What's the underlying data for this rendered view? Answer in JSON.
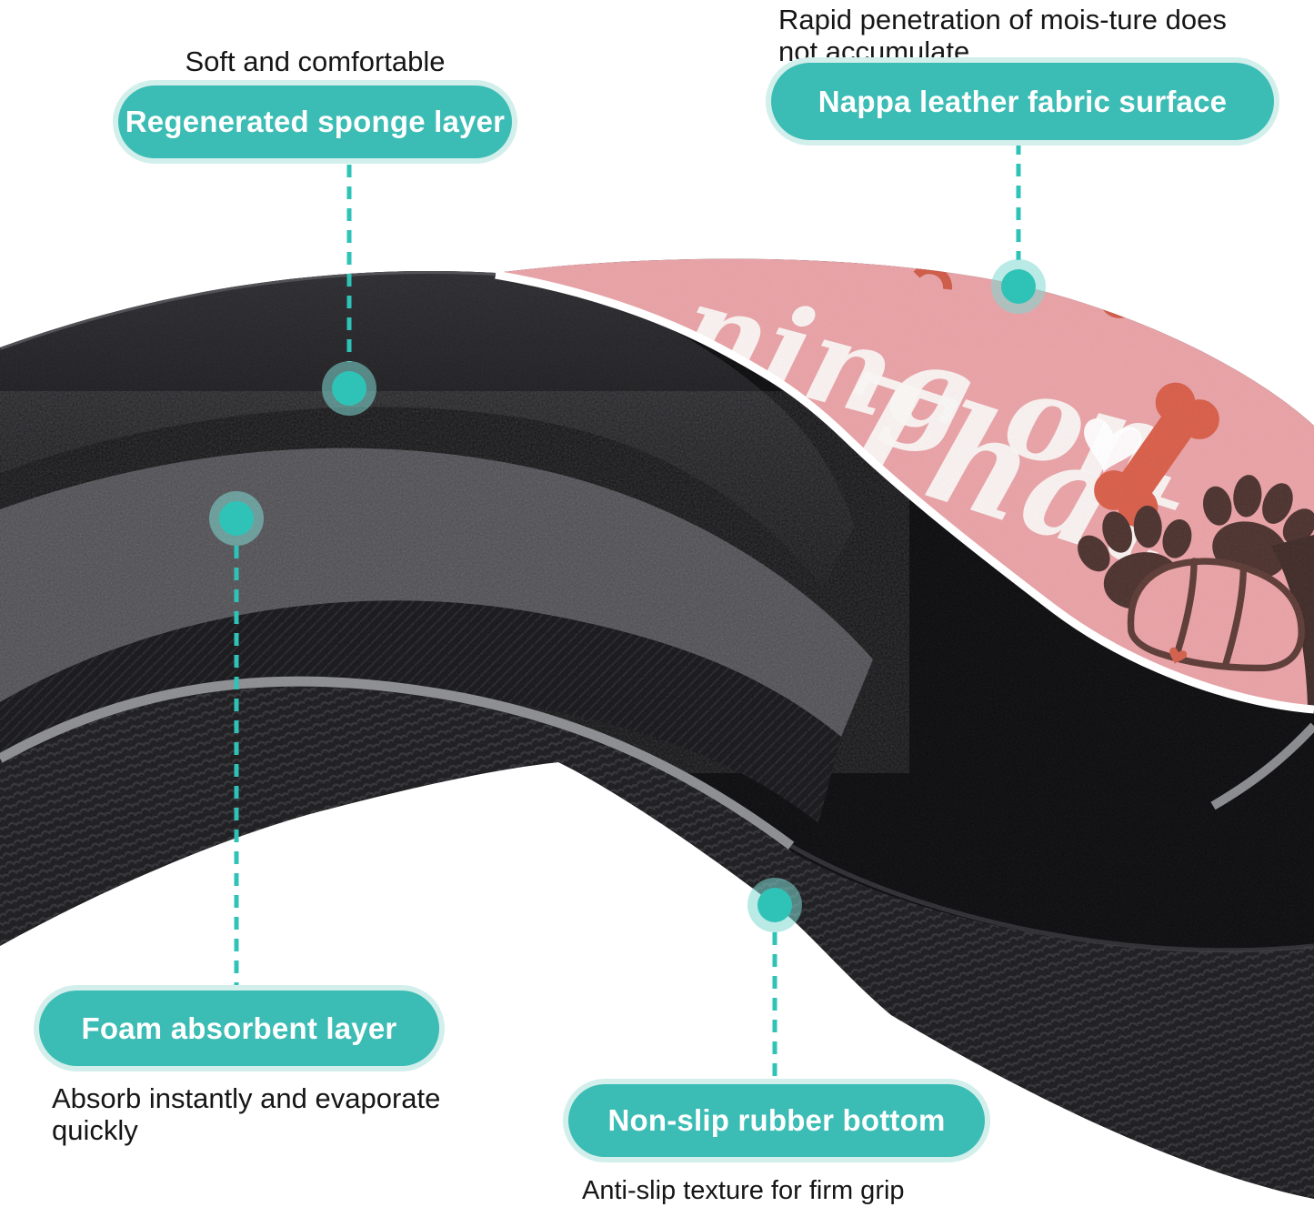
{
  "callouts": {
    "sponge": {
      "caption": "Soft and comfortable",
      "label": "Regenerated sponge layer"
    },
    "surface": {
      "caption_line1": "Rapid penetration of mois-ture does",
      "caption_line2": "not accumulate",
      "label": "Nappa leather fabric surface"
    },
    "foam": {
      "label": "Foam absorbent layer",
      "caption_line1": "Absorb instantly and evaporate",
      "caption_line2": "quickly"
    },
    "rubber": {
      "label": "Non-slip rubber bottom",
      "caption": "Anti-slip texture for firm grip"
    }
  },
  "mat_print": {
    "fragment_top": "ning on",
    "fragment_bottom": "That"
  },
  "colors": {
    "accent_teal": "#3bbcb4",
    "accent_teal_light": "#d2efec",
    "dot_teal": "#2fc3b7",
    "mat_pink": "#e9a2a6",
    "bone_red": "#d85e49",
    "paw_brown": "#4c322e",
    "heart_white": "#ffffff",
    "stripe_gray": "#8d8e92"
  }
}
